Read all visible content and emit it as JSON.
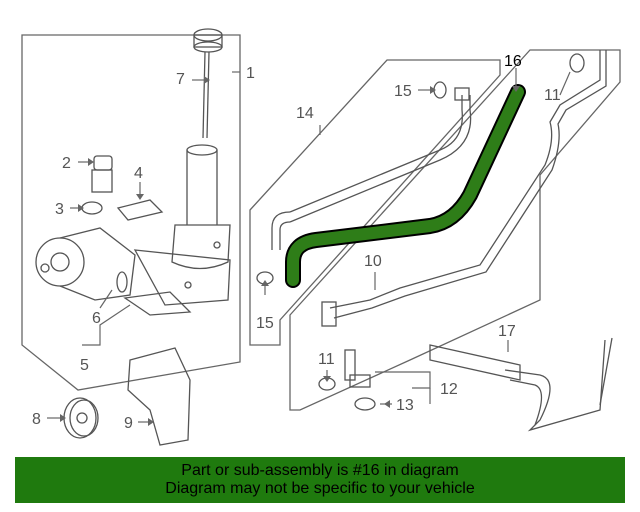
{
  "diagram": {
    "callouts": {
      "c1": "1",
      "c2": "2",
      "c3": "3",
      "c4": "4",
      "c5": "5",
      "c6": "6",
      "c7": "7",
      "c8": "8",
      "c9": "9",
      "c10": "10",
      "c11_top": "11",
      "c11_bottom": "11",
      "c12": "12",
      "c13": "13",
      "c14": "14",
      "c15_top": "15",
      "c15_bottom": "15",
      "c16": "16",
      "c17": "17"
    },
    "highlight_color": "#2e7d18"
  },
  "banner": {
    "line1": "Part or sub-assembly is #16 in diagram",
    "line2": "Diagram may not be specific to your vehicle",
    "color": "#1f7a0e"
  }
}
